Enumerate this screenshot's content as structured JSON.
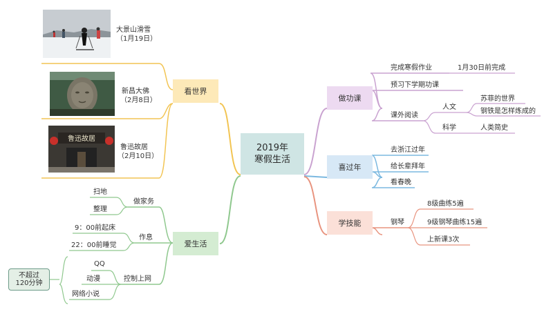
{
  "center": {
    "line1": "2019年",
    "line2": "寒假生活"
  },
  "kan_shijie": {
    "label": "看世界",
    "items": [
      {
        "name": "大景山滑雪",
        "date": "（1月19日）"
      },
      {
        "name": "新昌大佛",
        "date": "（2月8日）"
      },
      {
        "name": "鲁迅故居",
        "date": "（2月10日）"
      }
    ]
  },
  "ai_shenghuo": {
    "label": "爱生活",
    "zuo_jiawu": {
      "label": "做家务",
      "items": [
        "扫地",
        "整理"
      ]
    },
    "zuoxi": {
      "label": "作息",
      "items": [
        "9：00前起床",
        "22：00前睡觉"
      ]
    },
    "kongzhi": {
      "label": "控制上网",
      "items": [
        "QQ",
        "动漫",
        "网络小说"
      ],
      "note": [
        "不超过",
        "120分钟"
      ]
    }
  },
  "zuo_gongke": {
    "label": "做功课",
    "homework": {
      "label": "完成寒假作业",
      "detail": "1月30日前完成"
    },
    "preview": {
      "label": "预习下学期功课"
    },
    "reading": {
      "label": "课外阅读",
      "renwen": {
        "label": "人文",
        "books": [
          "苏菲的世界",
          "钢铁是怎样炼成的"
        ]
      },
      "kexue": {
        "label": "科学",
        "books": [
          "人类简史"
        ]
      }
    }
  },
  "xi_guonian": {
    "label": "喜过年",
    "items": [
      "去浙江过年",
      "给长辈拜年",
      "看春晚"
    ]
  },
  "xue_jineng": {
    "label": "学技能",
    "piano": {
      "label": "钢琴",
      "items": [
        "8级曲练5遍",
        "9级钢琴曲练15遍",
        "上新课3次"
      ]
    }
  },
  "colors": {
    "kan_shijie": "#f2c452",
    "ai_shenghuo": "#8fc88e",
    "zuo_gongke": "#c9a2d0",
    "xi_guonian": "#7ab8e0",
    "xue_jineng": "#e8937e",
    "center": "#cfe5e4"
  }
}
